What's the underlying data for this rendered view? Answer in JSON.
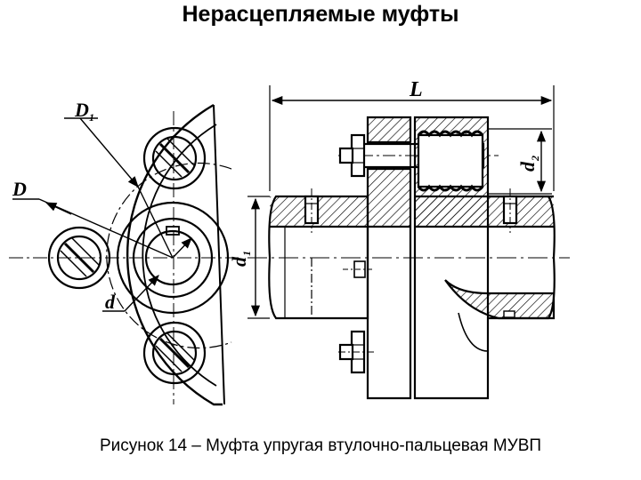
{
  "title": "Нерасцепляемые муфты",
  "caption": "Рисунок 14 – Муфта упругая втулочно-пальцевая МУВП",
  "dimension_labels": {
    "D1": "D",
    "D1_sub": "1",
    "D": "D",
    "d": "d",
    "L": "L",
    "d1": "d",
    "d1_sub": "1",
    "d2": "d",
    "d2_sub": "2"
  }
}
